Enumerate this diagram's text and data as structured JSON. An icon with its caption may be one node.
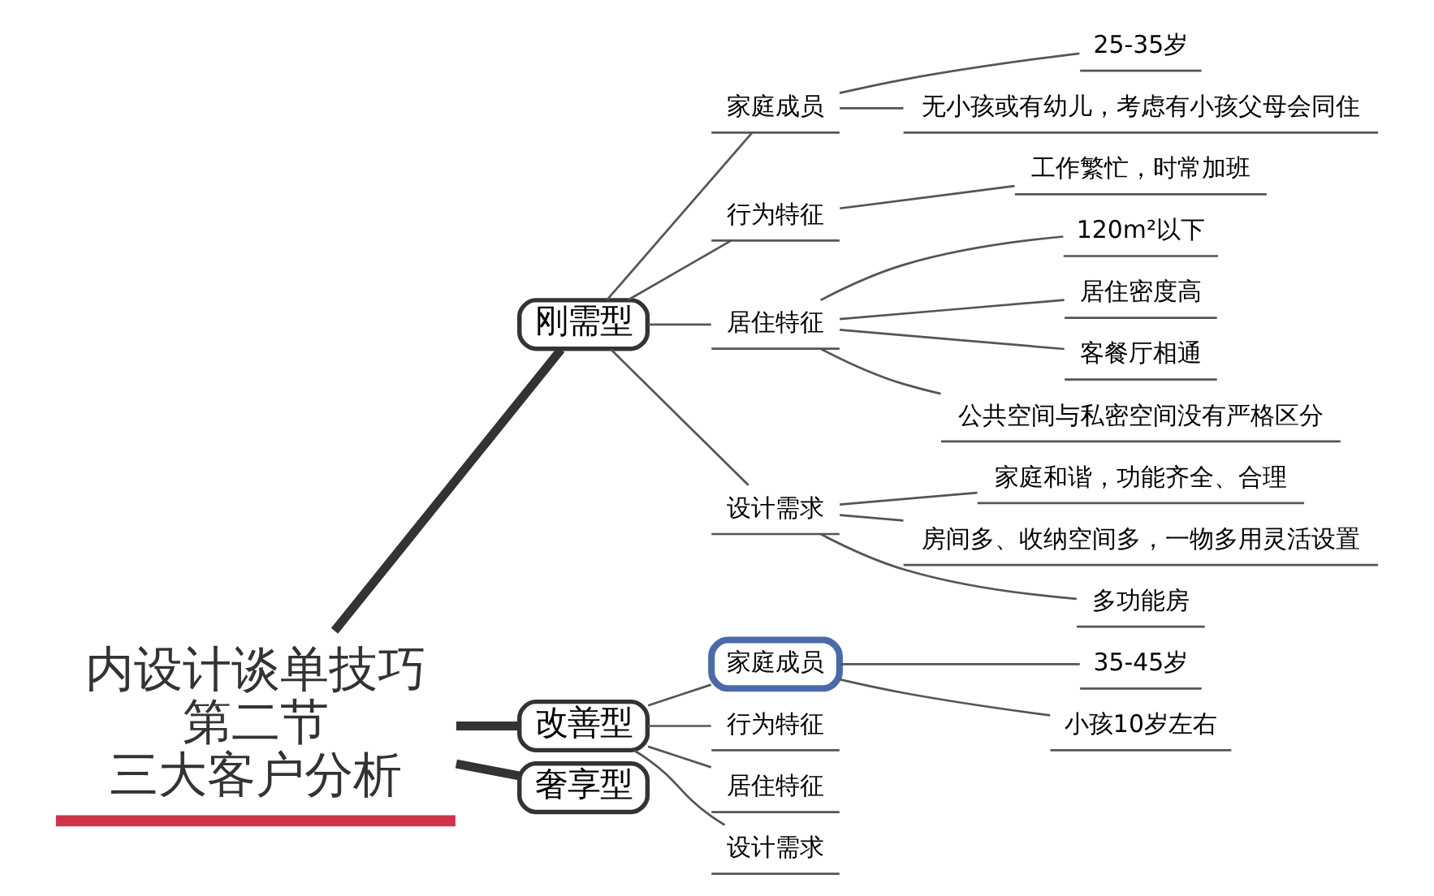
{
  "diagram": {
    "nodes": [
      {
        "text": [
          "内设计谈单技巧",
          "第二节",
          "三大客户分析"
        ]
      },
      {
        "text": [
          "刚需型"
        ]
      },
      {
        "text": [
          "家庭成员"
        ]
      },
      {
        "text": [
          "25-35岁"
        ]
      },
      {
        "text": [
          "无小孩或有幼儿，考虑有小孩父母会同住"
        ]
      },
      {
        "text": [
          "行为特征"
        ]
      },
      {
        "text": [
          "工作繁忙，时常加班"
        ]
      },
      {
        "text": [
          "居住特征"
        ]
      },
      {
        "text": [
          "120m²以下"
        ]
      },
      {
        "text": [
          "居住密度高"
        ]
      },
      {
        "text": [
          "客餐厅相通"
        ]
      },
      {
        "text": [
          "公共空间与私密空间没有严格区分"
        ]
      },
      {
        "text": [
          "设计需求"
        ]
      },
      {
        "text": [
          "家庭和谐，功能齐全、合理"
        ]
      },
      {
        "text": [
          "房间多、收纳空间多，一物多用灵活设置"
        ]
      },
      {
        "text": [
          "多功能房"
        ]
      },
      {
        "text": [
          "改善型"
        ]
      },
      {
        "text": [
          "家庭成员"
        ]
      },
      {
        "text": [
          "35-45岁"
        ]
      },
      {
        "text": [
          "小孩10岁左右"
        ]
      },
      {
        "text": [
          "行为特征"
        ]
      },
      {
        "text": [
          "居住特征"
        ]
      },
      {
        "text": [
          "设计需求"
        ]
      },
      {
        "text": [
          "奢享型"
        ]
      }
    ],
    "edges": [
      {
        "from": 0,
        "to": 1,
        "arrow": "none",
        "style": "thick"
      },
      {
        "from": 1,
        "to": 2,
        "arrow": "none"
      },
      {
        "from": 2,
        "to": 3,
        "arrow": "none"
      },
      {
        "from": 2,
        "to": 4,
        "arrow": "none"
      },
      {
        "from": 1,
        "to": 5,
        "arrow": "none"
      },
      {
        "from": 5,
        "to": 6,
        "arrow": "none"
      },
      {
        "from": 1,
        "to": 7,
        "arrow": "none"
      },
      {
        "from": 7,
        "to": 8,
        "arrow": "none"
      },
      {
        "from": 7,
        "to": 9,
        "arrow": "none"
      },
      {
        "from": 7,
        "to": 10,
        "arrow": "none"
      },
      {
        "from": 7,
        "to": 11,
        "arrow": "none"
      },
      {
        "from": 1,
        "to": 12,
        "arrow": "none"
      },
      {
        "from": 12,
        "to": 13,
        "arrow": "none"
      },
      {
        "from": 12,
        "to": 14,
        "arrow": "none"
      },
      {
        "from": 12,
        "to": 15,
        "arrow": "none"
      },
      {
        "from": 0,
        "to": 16,
        "arrow": "none",
        "style": "thick"
      },
      {
        "from": 16,
        "to": 17,
        "arrow": "none"
      },
      {
        "from": 17,
        "to": 18,
        "arrow": "none"
      },
      {
        "from": 17,
        "to": 19,
        "arrow": "none"
      },
      {
        "from": 16,
        "to": 20,
        "arrow": "none"
      },
      {
        "from": 16,
        "to": 21,
        "arrow": "none"
      },
      {
        "from": 16,
        "to": 22,
        "arrow": "none"
      },
      {
        "from": 0,
        "to": 23,
        "arrow": "none",
        "style": "thick"
      }
    ]
  }
}
